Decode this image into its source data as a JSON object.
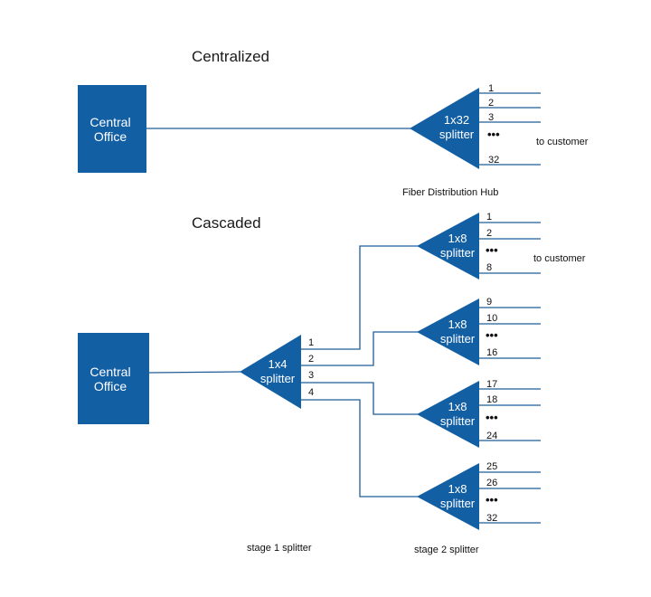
{
  "colors": {
    "accent": "#135fa3",
    "line": "#1f5c98",
    "text": "#111111"
  },
  "centralized": {
    "title": "Centralized",
    "office": {
      "line1": "Central",
      "line2": "Office"
    },
    "splitter": {
      "line1": "1x32",
      "line2": "splitter"
    },
    "ports": [
      "1",
      "2",
      "3",
      "•••",
      "32"
    ],
    "to_customer": "to customer",
    "hub_label": "Fiber Distribution Hub"
  },
  "cascaded": {
    "title": "Cascaded",
    "office": {
      "line1": "Central",
      "line2": "Office"
    },
    "stage1": {
      "line1": "1x4",
      "line2": "splitter",
      "ports": [
        "1",
        "2",
        "3",
        "4"
      ]
    },
    "stage2": [
      {
        "line1": "1x8",
        "line2": "splitter",
        "ports": [
          "1",
          "2",
          "•••",
          "8"
        ]
      },
      {
        "line1": "1x8",
        "line2": "splitter",
        "ports": [
          "9",
          "10",
          "•••",
          "16"
        ]
      },
      {
        "line1": "1x8",
        "line2": "splitter",
        "ports": [
          "17",
          "18",
          "•••",
          "24"
        ]
      },
      {
        "line1": "1x8",
        "line2": "splitter",
        "ports": [
          "25",
          "26",
          "•••",
          "32"
        ]
      }
    ],
    "to_customer": "to customer",
    "stage1_label": "stage 1 splitter",
    "stage2_label": "stage 2 splitter"
  }
}
